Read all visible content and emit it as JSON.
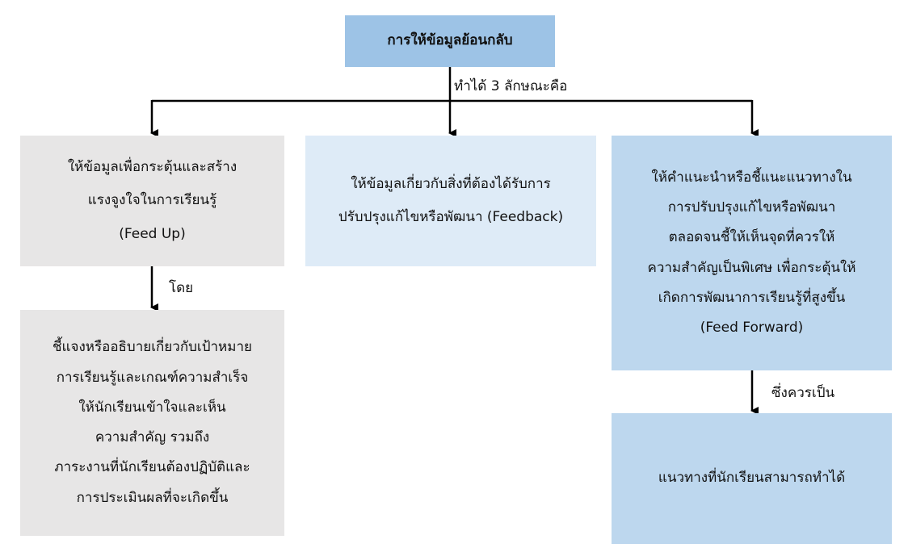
{
  "colors": {
    "root_fill": "#9dc3e6",
    "gray_fill": "#e7e6e6",
    "light_blue_fill": "#deebf7",
    "blue_fill": "#bdd7ee",
    "line": "#000000"
  },
  "root": {
    "label": "การให้ข้อมูลย้อนกลับ"
  },
  "edges": {
    "main_label": "ทำได้ 3 ลักษณะคือ",
    "left_label": "โดย",
    "right_label": "ซึ่งควรเป็น"
  },
  "feed_up": {
    "lines": [
      "ให้ข้อมูลเพื่อกระตุ้นและสร้าง",
      "แรงจูงใจในการเรียนรู้",
      "(Feed Up)"
    ]
  },
  "feedback": {
    "lines": [
      "ให้ข้อมูลเกี่ยวกับสิ่งที่ต้องได้รับการ",
      "ปรับปรุงแก้ไขหรือพัฒนา (Feedback)"
    ]
  },
  "feed_forward": {
    "lines": [
      "ให้คำแนะนำหรือชี้แนะแนวทางใน",
      "การปรับปรุงแก้ไขหรือพัฒนา",
      "ตลอดจนชี้ให้เห็นจุดที่ควรให้",
      "ความสำคัญเป็นพิเศษ เพื่อกระตุ้นให้",
      "เกิดการพัฒนาการเรียนรู้ที่สูงขึ้น",
      "(Feed Forward)"
    ]
  },
  "feed_up_detail": {
    "lines": [
      "ชี้แจงหรืออธิบายเกี่ยวกับเป้าหมาย",
      "การเรียนรู้และเกณฑ์ความสำเร็จ",
      "ให้นักเรียนเข้าใจและเห็น",
      "ความสำคัญ รวมถึง",
      "ภาระงานที่นักเรียนต้องปฏิบัติและ",
      "การประเมินผลที่จะเกิดขึ้น"
    ]
  },
  "feed_forward_detail": {
    "lines": [
      "แนวทางที่นักเรียนสามารถทำได้"
    ]
  }
}
